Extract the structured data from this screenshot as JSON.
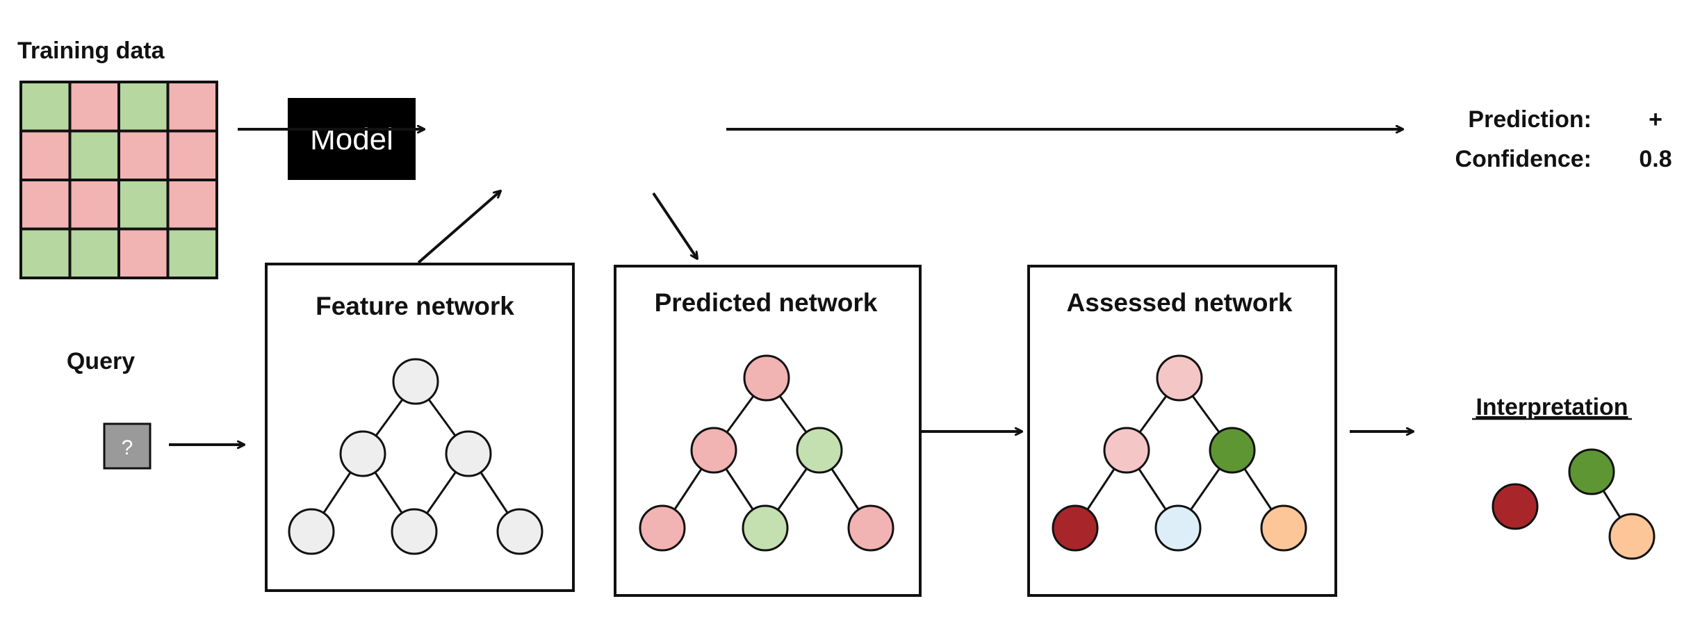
{
  "training_data": {
    "label": "Training data",
    "grid": [
      [
        "green",
        "pink",
        "green",
        "pink"
      ],
      [
        "pink",
        "green",
        "pink",
        "pink"
      ],
      [
        "pink",
        "pink",
        "green",
        "pink"
      ],
      [
        "green",
        "green",
        "pink",
        "green"
      ]
    ]
  },
  "model": {
    "label": "Model"
  },
  "output": {
    "prediction_label": "Prediction:",
    "prediction_value": "+",
    "confidence_label": "Confidence:",
    "confidence_value": "0.8"
  },
  "query": {
    "label": "Query",
    "symbol": "?"
  },
  "panels": [
    {
      "title": "Feature network",
      "nodes": [
        "light-gray",
        "light-gray",
        "light-gray",
        "light-gray",
        "light-gray",
        "light-gray"
      ]
    },
    {
      "title": "Predicted network",
      "nodes": [
        "pink",
        "pink",
        "light-green",
        "pink",
        "light-green",
        "pink"
      ]
    },
    {
      "title": "Assessed network",
      "nodes": [
        "light-pink",
        "light-pink",
        "dark-green",
        "dark-red",
        "light-blue",
        "light-orange"
      ]
    }
  ],
  "interpretation": {
    "label": "Interpretation",
    "nodes": [
      "dark-red",
      "dark-green",
      "light-orange"
    ]
  },
  "colors": {
    "green": "#b6d7a0",
    "pink": "#f2b3b3",
    "light-gray": "#eeeeee",
    "light-green": "#c4dfb0",
    "light-pink": "#f5c6c6",
    "dark-green": "#5e9634",
    "dark-red": "#a8262a",
    "light-blue": "#ddeef8",
    "light-orange": "#fcc698",
    "model_fill": "#000000",
    "stroke": "#111111",
    "query_fill": "#9a9a9a"
  }
}
